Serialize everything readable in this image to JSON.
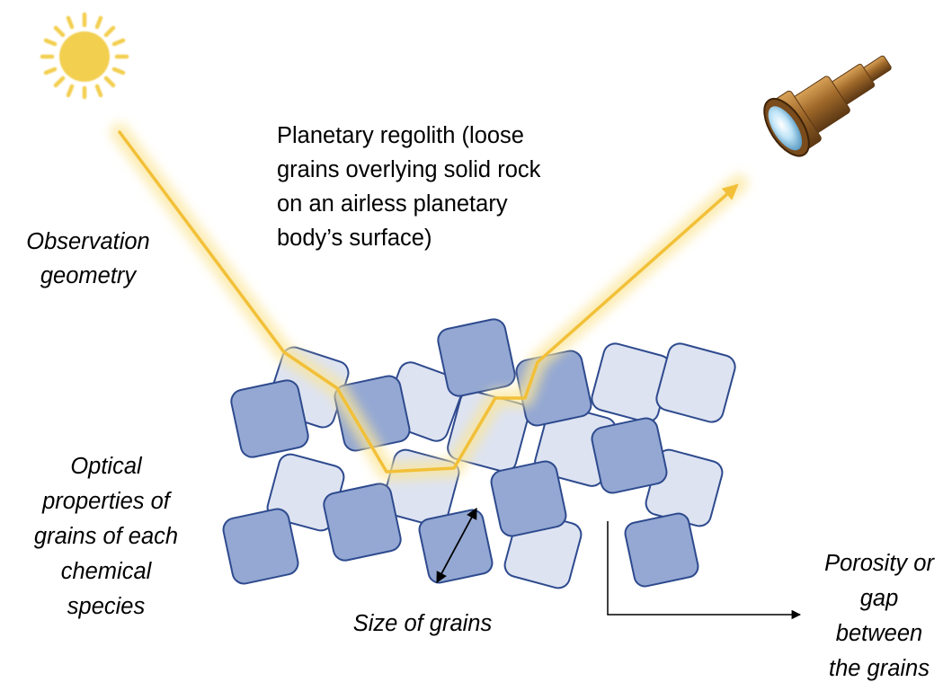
{
  "title_lines": [
    "Planetary regolith (loose",
    "grains overlying solid rock",
    "on an airless planetary",
    "body’s surface)"
  ],
  "labels": {
    "observation_geometry": [
      "Observation",
      "geometry"
    ],
    "optical_properties": [
      "Optical",
      "properties of",
      "grains of each",
      "chemical",
      "species"
    ],
    "size_of_grains": "Size of grains",
    "porosity": [
      "Porosity or",
      "gap",
      "between",
      "the grains"
    ]
  },
  "colors": {
    "grain_dark_fill": "#94a8d3",
    "grain_light_fill": "#dde3f1",
    "grain_stroke": "#2e4a8e",
    "light_ray": "#f2c038",
    "ray_glow": "#fbe69a",
    "sun": "#f3cf4f",
    "telescope_brass": "#a0692a",
    "telescope_lens": "#bfe4f7"
  },
  "icons": [
    "sun-icon",
    "telescope-icon"
  ]
}
